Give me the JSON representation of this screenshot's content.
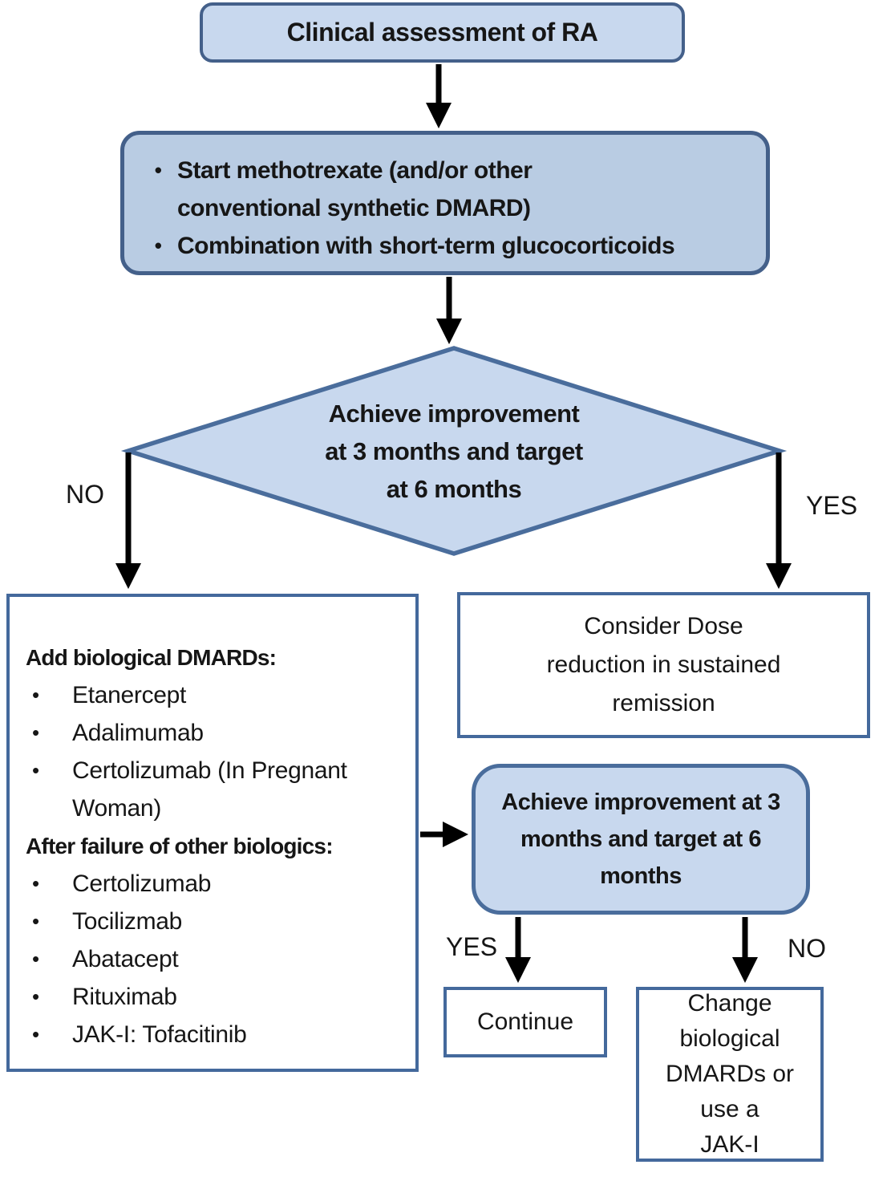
{
  "flowchart": {
    "top_node": {
      "label": "Clinical assessment of RA"
    },
    "start_node": {
      "bullets": [
        {
          "lines": [
            "Start methotrexate (and/or other",
            "conventional synthetic DMARD)"
          ]
        },
        {
          "lines": [
            "Combination with short-term glucocorticoids"
          ]
        }
      ]
    },
    "decision1": {
      "label": "Achieve improvement at 3 months and target at 6 months",
      "lines": [
        "Achieve improvement",
        "at 3 months and target",
        "at 6 months"
      ]
    },
    "edge_labels": {
      "no1": "NO",
      "yes1": "YES",
      "yes2": "YES",
      "no2": "NO"
    },
    "biologics_node": {
      "heading1": "Add biological DMARDs:",
      "items1": [
        {
          "lines": [
            "Etanercept"
          ]
        },
        {
          "lines": [
            "Adalimumab"
          ]
        },
        {
          "lines": [
            "Certolizumab (In Pregnant",
            "Woman)"
          ]
        }
      ],
      "heading2": "After failure of other biologics:",
      "items2": [
        "Certolizumab",
        "Tocilizmab",
        "Abatacept",
        "Rituximab",
        "JAK-I: Tofacitinib"
      ]
    },
    "consider_node": {
      "label": "Consider Dose reduction in sustained remission",
      "lines": [
        "Consider Dose",
        "reduction in sustained",
        "remission"
      ]
    },
    "decision2": {
      "label": "Achieve improvement at 3 months and target at 6 months",
      "lines": [
        "Achieve improvement at 3",
        "months and target at 6",
        "months"
      ]
    },
    "continue_node": {
      "label": "Continue"
    },
    "change_node": {
      "label": "Change biological DMARDs or use a JAK-I",
      "lines": [
        "Change",
        "biological",
        "DMARDs or",
        "use a",
        "JAK-I"
      ]
    },
    "bullet_glyph": "•"
  },
  "colors": {
    "node_fill_light": "#c8d8ee",
    "node_fill_medium": "#b9cce3",
    "rounded_border": "#44608a",
    "white_box_border": "#44699c",
    "diamond_border": "#4a6d9c",
    "arrow": "#000000",
    "text": "#161616",
    "background": "#ffffff"
  }
}
